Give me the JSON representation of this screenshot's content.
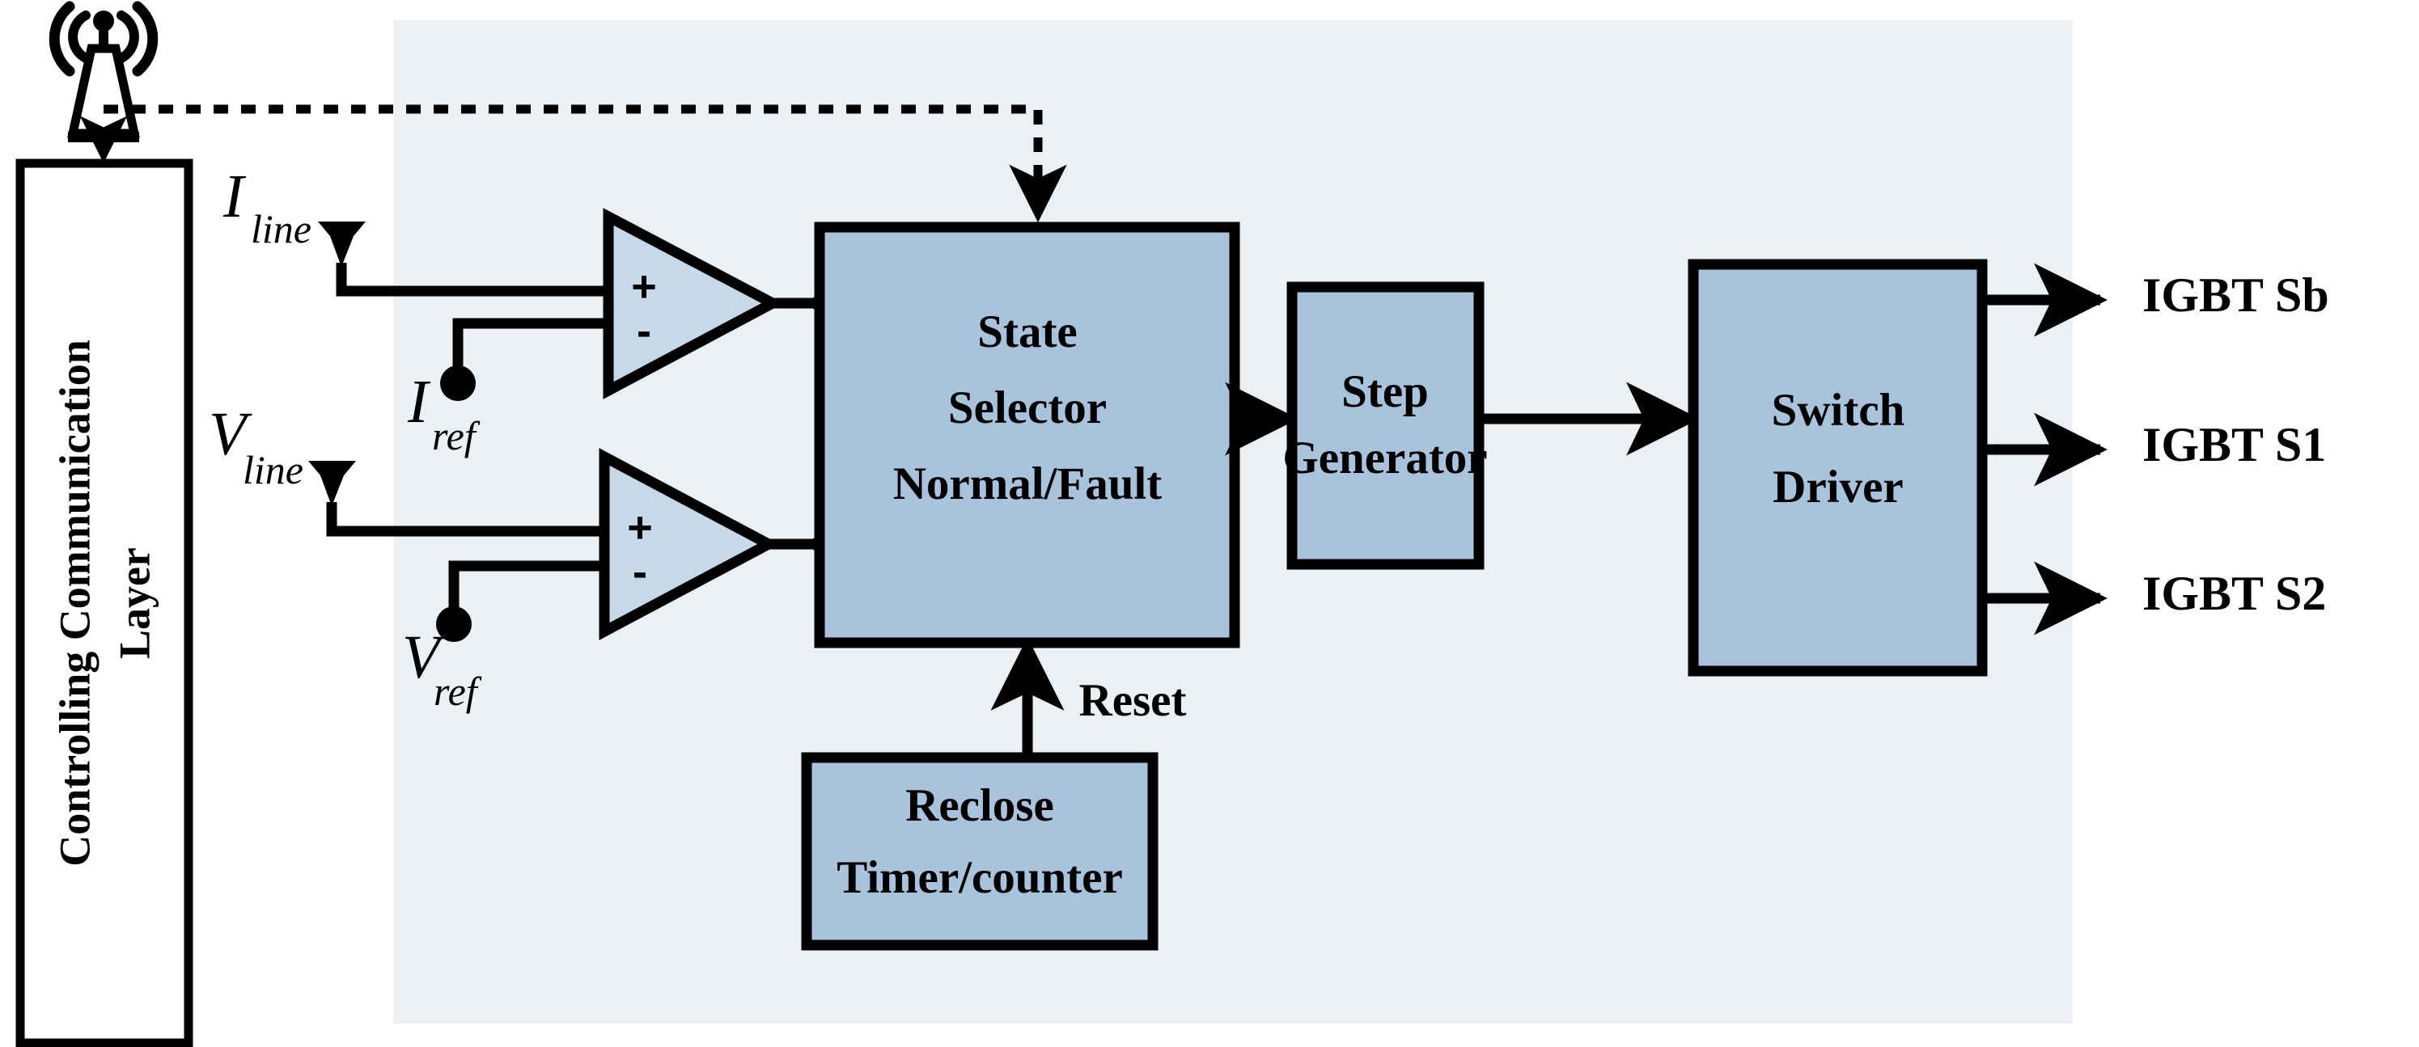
{
  "figure": {
    "kind": "control-block-diagram",
    "colors": {
      "panel_bg": "#ebf0f5",
      "block_fill": "#a8c3db",
      "comparator_fill": "#c6d9e9",
      "stroke": "#000000",
      "page_bg": "#ffffff"
    }
  },
  "left_layer": {
    "name": "controlling-communication-layer",
    "line1": "Controlling Communication",
    "line2": "Layer",
    "fill": "#ffffff"
  },
  "antenna": {
    "icon": "radio-tower-icon",
    "wave_arcs": 4
  },
  "signal_inputs": [
    {
      "id": "i-line",
      "base": "I",
      "sub": "line"
    },
    {
      "id": "v-line",
      "base": "V",
      "sub": "line"
    }
  ],
  "reference_inputs": [
    {
      "id": "i-ref",
      "base": "I",
      "sub": "ref"
    },
    {
      "id": "v-ref",
      "base": "V",
      "sub": "ref"
    }
  ],
  "comparators": [
    {
      "id": "comparator-current",
      "plus": "+",
      "minus": "-"
    },
    {
      "id": "comparator-voltage",
      "plus": "+",
      "minus": "-"
    }
  ],
  "blocks": [
    {
      "id": "state-selector",
      "lines": [
        "State",
        "Selector",
        "Normal/Fault"
      ]
    },
    {
      "id": "step-generator",
      "lines": [
        "Step",
        "Generator"
      ]
    },
    {
      "id": "switch-driver",
      "lines": [
        "Switch",
        "Driver"
      ]
    },
    {
      "id": "reclose-timer",
      "lines": [
        "Reclose",
        "Timer/counter"
      ]
    }
  ],
  "edge_labels": {
    "reset": "Reset"
  },
  "outputs": [
    {
      "id": "igbt-sb",
      "label": "IGBT Sb"
    },
    {
      "id": "igbt-s1",
      "label": "IGBT S1"
    },
    {
      "id": "igbt-s2",
      "label": "IGBT S2"
    }
  ]
}
